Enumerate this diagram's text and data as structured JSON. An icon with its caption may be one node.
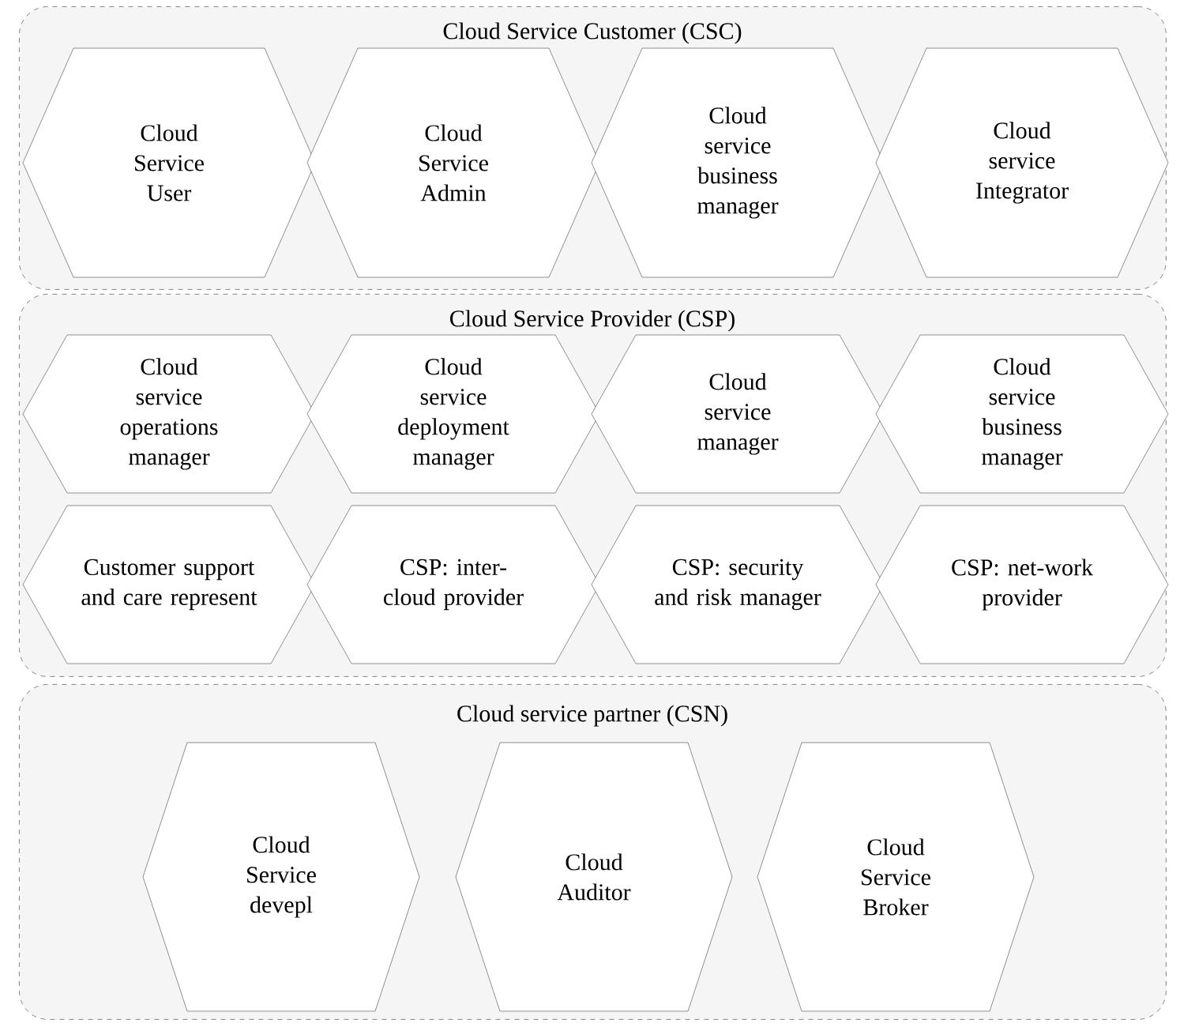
{
  "diagram": {
    "nodes": [
      {
        "text": [
          "Cloud Service Customer (CSC)"
        ]
      },
      {
        "text": [
          "Cloud Service User"
        ],
        "in": 0
      },
      {
        "text": [
          "Cloud Service Admin"
        ],
        "in": 0
      },
      {
        "text": [
          "Cloud service business manager"
        ],
        "in": 0
      },
      {
        "text": [
          "Cloud service Integrator"
        ],
        "in": 0
      },
      {
        "text": [
          "Cloud Service Provider (CSP)"
        ]
      },
      {
        "text": [
          "Cloud service operations manager"
        ],
        "in": 5
      },
      {
        "text": [
          "Cloud service deployment manager"
        ],
        "in": 5
      },
      {
        "text": [
          "Cloud service manager"
        ],
        "in": 5
      },
      {
        "text": [
          "Cloud service business manager"
        ],
        "in": 5
      },
      {
        "text": [
          "Customer support and care represent"
        ],
        "in": 5
      },
      {
        "text": [
          "CSP: inter-cloud provider"
        ],
        "in": 5
      },
      {
        "text": [
          "CSP: security and risk manager"
        ],
        "in": 5
      },
      {
        "text": [
          "CSP: net-work provider"
        ],
        "in": 5
      },
      {
        "text": [
          "Cloud service partner (CSN)"
        ]
      },
      {
        "text": [
          "Cloud Service devepl"
        ],
        "in": 14
      },
      {
        "text": [
          "Cloud Auditor"
        ],
        "in": 14
      },
      {
        "text": [
          "Cloud Service Broker"
        ],
        "in": 14
      }
    ],
    "edges": []
  }
}
